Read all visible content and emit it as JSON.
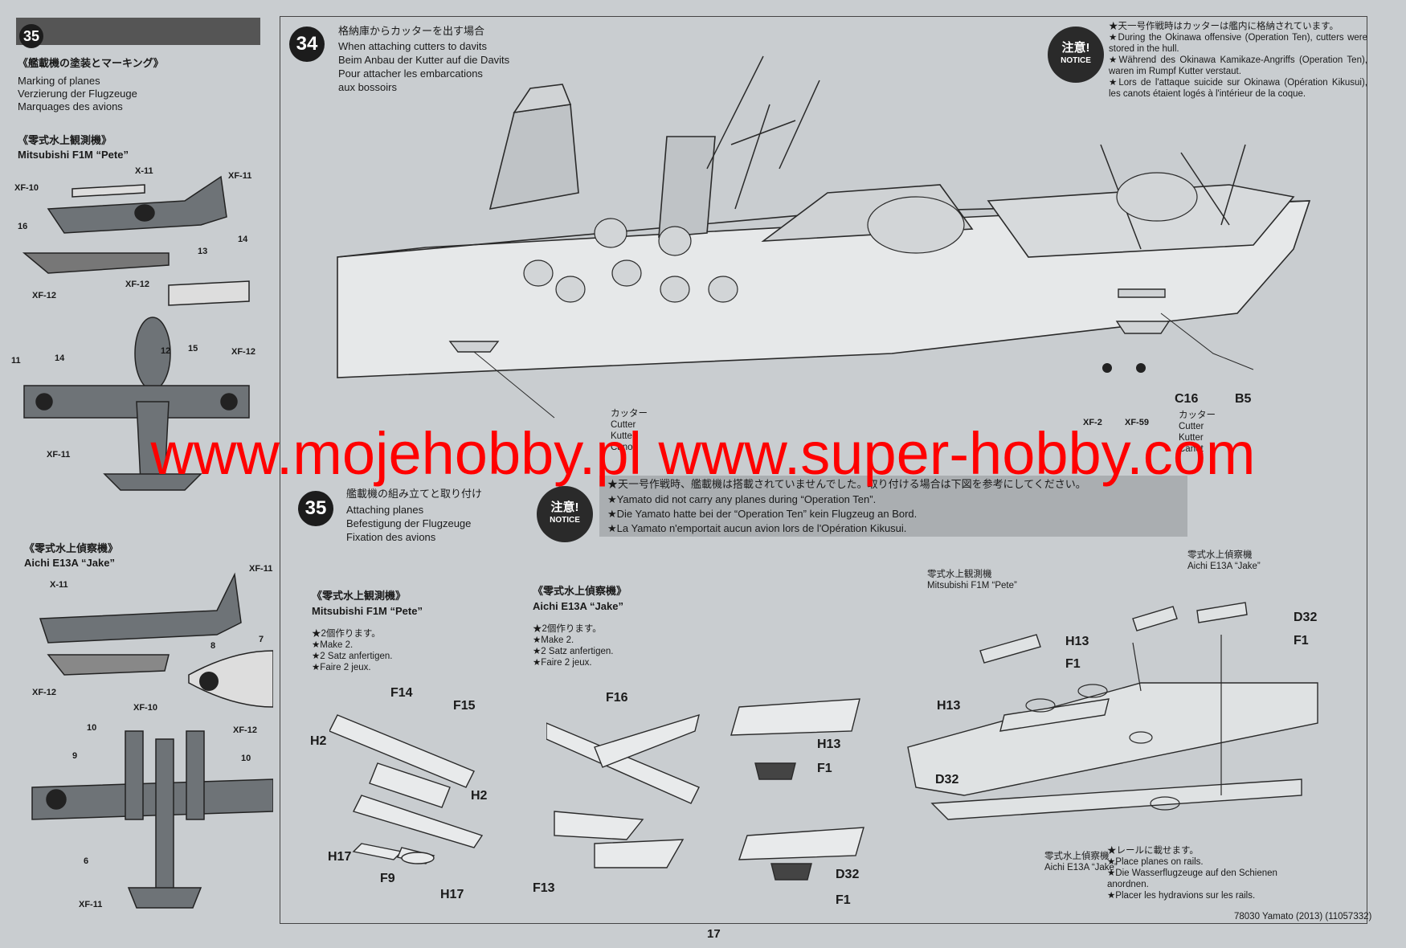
{
  "left_panel": {
    "step_number": "35",
    "heading_jp": "《艦載機の塗装とマーキング》",
    "heading_lines": [
      "Marking of planes",
      "Verzierung der Flugzeuge",
      "Marquages des avions"
    ],
    "pete_title_jp": "《零式水上観測機》",
    "pete_title": "Mitsubishi F1M “Pete”",
    "jake_title_jp": "《零式水上偵察機》",
    "jake_title": "Aichi E13A “Jake”",
    "color_labels": [
      "X-11",
      "XF-11",
      "XF-10",
      "XF-12",
      "XF-12",
      "XF-12",
      "XF-11",
      "X-11",
      "XF-11",
      "XF-12",
      "XF-10",
      "XF-12",
      "XF-11"
    ],
    "decal_numbers": [
      "16",
      "13",
      "14",
      "12",
      "15",
      "11",
      "14",
      "8",
      "7",
      "10",
      "9",
      "10",
      "6"
    ]
  },
  "step34": {
    "number": "34",
    "title_jp": "格納庫からカッターを出す場合",
    "title_lines": [
      "When attaching cutters to davits",
      "Beim Anbau der Kutter auf die Davits",
      "Pour attacher les embarcations",
      "aux bossoirs"
    ],
    "notice_jp": "注意!",
    "notice_en": "NOTICE",
    "notice_text": "★天一号作戦時はカッターは艦内に格納されています。\n★During the Okinawa offensive (Operation Ten), cutters were stored in the hull.\n★Während des Okinawa Kamikaze-Angriffs (Operation Ten), waren im Rumpf Kutter verstaut.\n★Lors de l'attaque suicide sur Okinawa (Opération Kikusui), les canots étaient logés à l'intérieur de la coque.",
    "cutter_label_left": "カッター\nCutter\nKutter\nCanot",
    "cutter_label_right": "カッター\nCutter\nKutter\nCanot",
    "parts": [
      "C16",
      "B5"
    ],
    "color_labels": [
      "XF-2",
      "XF-59"
    ]
  },
  "step35": {
    "number": "35",
    "title_jp": "艦載機の組み立てと取り付け",
    "title_lines": [
      "Attaching planes",
      "Befestigung der Flugzeuge",
      "Fixation des avions"
    ],
    "notice_jp": "注意!",
    "notice_en": "NOTICE",
    "notice_lines": [
      "★天一号作戦時、艦載機は搭載されていませんでした。取り付ける場合は下図を参考にしてください。",
      "★Yamato did not carry any planes during “Operation Ten”.",
      "★Die Yamato hatte bei der “Operation Ten” kein Flugzeug an Bord.",
      "★La Yamato n'emportait aucun avion lors de l'Opération Kikusui."
    ],
    "pete_title_jp": "《零式水上観測機》",
    "pete_title": "Mitsubishi F1M “Pete”",
    "pete_make": "★2個作ります。\n★Make 2.\n★2 Satz anfertigen.\n★Faire 2 jeux.",
    "jake_title_jp": "《零式水上偵察機》",
    "jake_title": "Aichi E13A “Jake”",
    "jake_make": "★2個作ります。\n★Make 2.\n★2 Satz anfertigen.\n★Faire 2 jeux.",
    "pete_parts": [
      "F14",
      "F15",
      "H2",
      "H2",
      "H17",
      "F9",
      "H17"
    ],
    "jake_parts": [
      "F16",
      "F13"
    ],
    "mount_parts": [
      "H13",
      "F1",
      "D32",
      "F1"
    ],
    "rail_pete_title_jp": "零式水上観測機",
    "rail_pete_title": "Mitsubishi F1M “Pete”",
    "rail_jake_title_jp": "零式水上偵察機",
    "rail_jake_title": "Aichi E13A “Jake”",
    "rail_parts": [
      "H13",
      "F1",
      "H13",
      "D32",
      "D32",
      "F1"
    ],
    "rail_jake_bottom_jp": "零式水上偵察機",
    "rail_jake_bottom": "Aichi E13A “Jake”",
    "rails_note": "★レールに載せます。\n★Place planes on rails.\n★Die Wasserflugzeuge auf den Schienen anordnen.\n★Placer les hydravions sur les rails."
  },
  "footer": {
    "page_number": "17",
    "code": "78030 Yamato (2013) (11057332)"
  },
  "watermark": "www.mojehobby.pl www.super-hobby.com"
}
